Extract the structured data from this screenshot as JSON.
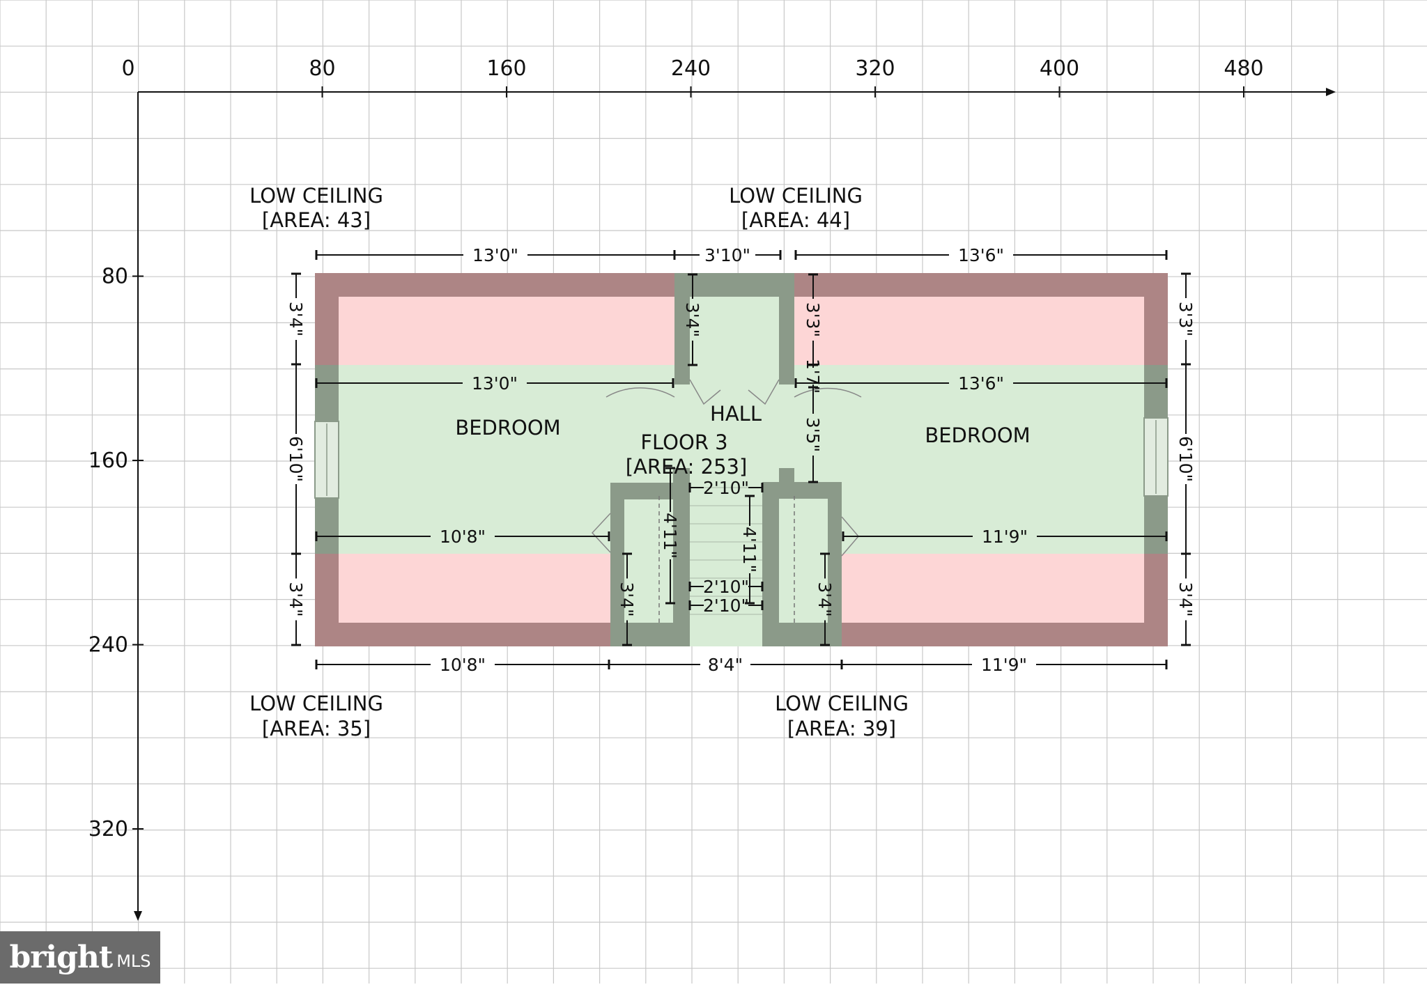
{
  "plan": {
    "floor_label": "FLOOR 3",
    "floor_area": "[AREA: 253]",
    "rooms": [
      {
        "name": "BEDROOM"
      },
      {
        "name": "HALL"
      },
      {
        "name": "BEDROOM"
      }
    ],
    "low_ceilings": [
      {
        "name": "LOW CEILING",
        "area": "[AREA: 43]"
      },
      {
        "name": "LOW CEILING",
        "area": "[AREA: 44]"
      },
      {
        "name": "LOW CEILING",
        "area": "[AREA: 35]"
      },
      {
        "name": "LOW CEILING",
        "area": "[AREA: 39]"
      }
    ],
    "dimensions": {
      "top_left": "13'0\"",
      "top_mid": "3'10\"",
      "top_right": "13'6\"",
      "inner_left": "13'0\"",
      "inner_right": "13'6\"",
      "mid_left": "10'8\"",
      "mid_right": "11'9\"",
      "bottom_left": "10'8\"",
      "bottom_mid": "8'4\"",
      "bottom_right": "11'9\"",
      "left_top": "3'4\"",
      "left_mid": "6'10\"",
      "left_bot": "3'4\"",
      "right_top": "3'3\"",
      "right_mid": "6'10\"",
      "right_bot": "3'4\"",
      "hall_left_top": "3'4\"",
      "hall_right_top": "3'3\"",
      "hall_right_small": "1'7\"",
      "hall_right_mid": "3'5\"",
      "stair_top": "2'10\"",
      "stair_left": "4'11\"",
      "stair_right": "4'11\"",
      "stair_low1": "2'10\"",
      "stair_low2": "2'10\"",
      "stair_left_bot": "3'4\"",
      "stair_right_bot": "3'4\""
    }
  },
  "axes": {
    "x_ticks": [
      "0",
      "80",
      "160",
      "240",
      "320",
      "400",
      "480"
    ],
    "y_ticks": [
      "80",
      "160",
      "240",
      "320"
    ]
  },
  "colors": {
    "wall": "#8b9a89",
    "low_ceiling_wall": "#ad8585",
    "room_fill": "#d8ecd6",
    "low_ceiling_fill": "#fdd6d6",
    "grid": "#c8c8c8"
  },
  "watermark": {
    "brand": "bright",
    "suffix": "MLS"
  }
}
